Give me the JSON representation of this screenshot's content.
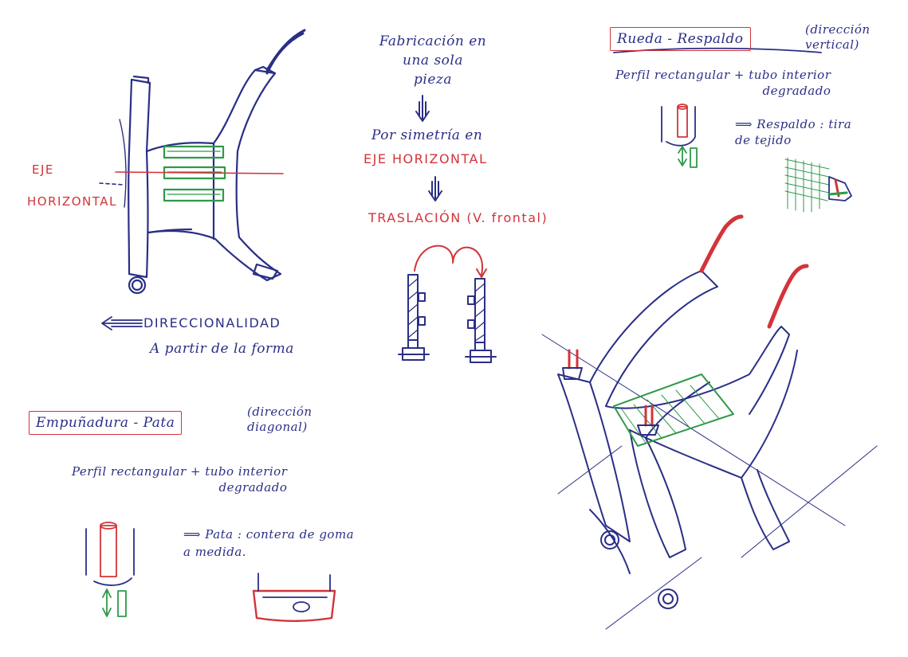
{
  "colors": {
    "ink_blue": "#2a2f86",
    "ink_red": "#d2343a",
    "ink_green": "#2f9a4a",
    "paper": "#ffffff"
  },
  "left_sketch": {
    "axis_label_line1": "EJE",
    "axis_label_line2": "HORIZONTAL",
    "direction_label": "DIRECCIONALIDAD",
    "direction_note": "A partir de la forma"
  },
  "center_notes": {
    "fabrication": "Fabricación en\nuna sola\npieza",
    "symmetry": "Por simetría en",
    "symmetry_axis": "EJE HORIZONTAL",
    "translation": "TRASLACIÓN (V. frontal)"
  },
  "top_right": {
    "title": "Rueda - Respaldo",
    "direction": "(dirección\nvertical)",
    "profile": "Perfil rectangular + tubo interior\ndegradado",
    "result": "⟹ Respaldo : tira\nde tejido"
  },
  "bottom_left": {
    "title": "Empuñadura - Pata",
    "direction": "(dirección\ndiagonal)",
    "profile": "Perfil rectangular + tubo interior\ndegradado",
    "result": "⟹ Pata : contera de goma\na medida."
  }
}
